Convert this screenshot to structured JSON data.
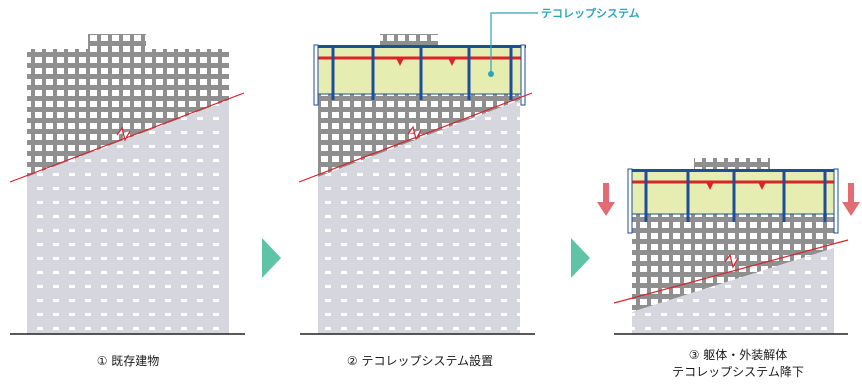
{
  "callout_label": "テコレップシステム",
  "steps": [
    {
      "caption": "① 既存建物"
    },
    {
      "caption": "② テコレップシステム設置"
    },
    {
      "caption_line1": "③ 躯体・外装解体",
      "caption_line2": "テコレップシステム降下"
    }
  ],
  "colors": {
    "wall_dark": "#8f8f8f",
    "window_light": "#ffffff",
    "facade_light": "#d6d6df",
    "system_fill": "#e6edb0",
    "beam_red": "#d9232d",
    "column_blue": "#1f4e99",
    "arrow_red": "#e46a73",
    "step_arrow": "#5fc3a5",
    "callout": "#2aa6b8"
  },
  "icons": [
    "step-arrow-icon",
    "down-arrow-icon"
  ]
}
